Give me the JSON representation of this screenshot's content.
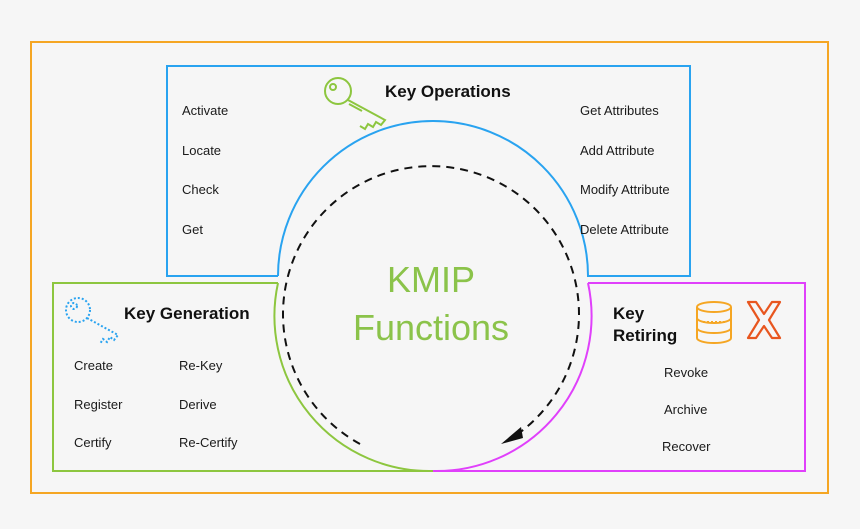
{
  "colors": {
    "outer": "#f5a623",
    "operations": "#29a3f0",
    "generation": "#8dc63f",
    "retiring": "#e040fb",
    "center_text": "#8bc34a",
    "arrow": "#111111",
    "x_mark": "#e8561f",
    "db_icon": "#f5a623"
  },
  "center": {
    "line1": "KMIP",
    "line2": "Functions"
  },
  "operations": {
    "title": "Key Operations",
    "icon": "key-icon",
    "left_items": [
      "Activate",
      "Locate",
      "Check",
      "Get"
    ],
    "right_items": [
      "Get Attributes",
      "Add Attribute",
      "Modify Attribute",
      "Delete Attribute"
    ]
  },
  "generation": {
    "title": "Key Generation",
    "icon": "dotted-key-icon",
    "left_items": [
      "Create",
      "Register",
      "Certify"
    ],
    "right_items": [
      "Re-Key",
      "Derive",
      "Re-Certify"
    ]
  },
  "retiring": {
    "title_line1": "Key",
    "title_line2": "Retiring",
    "icons": [
      "database-icon",
      "x-mark-icon"
    ],
    "items": [
      "Revoke",
      "Archive",
      "Recover"
    ]
  }
}
